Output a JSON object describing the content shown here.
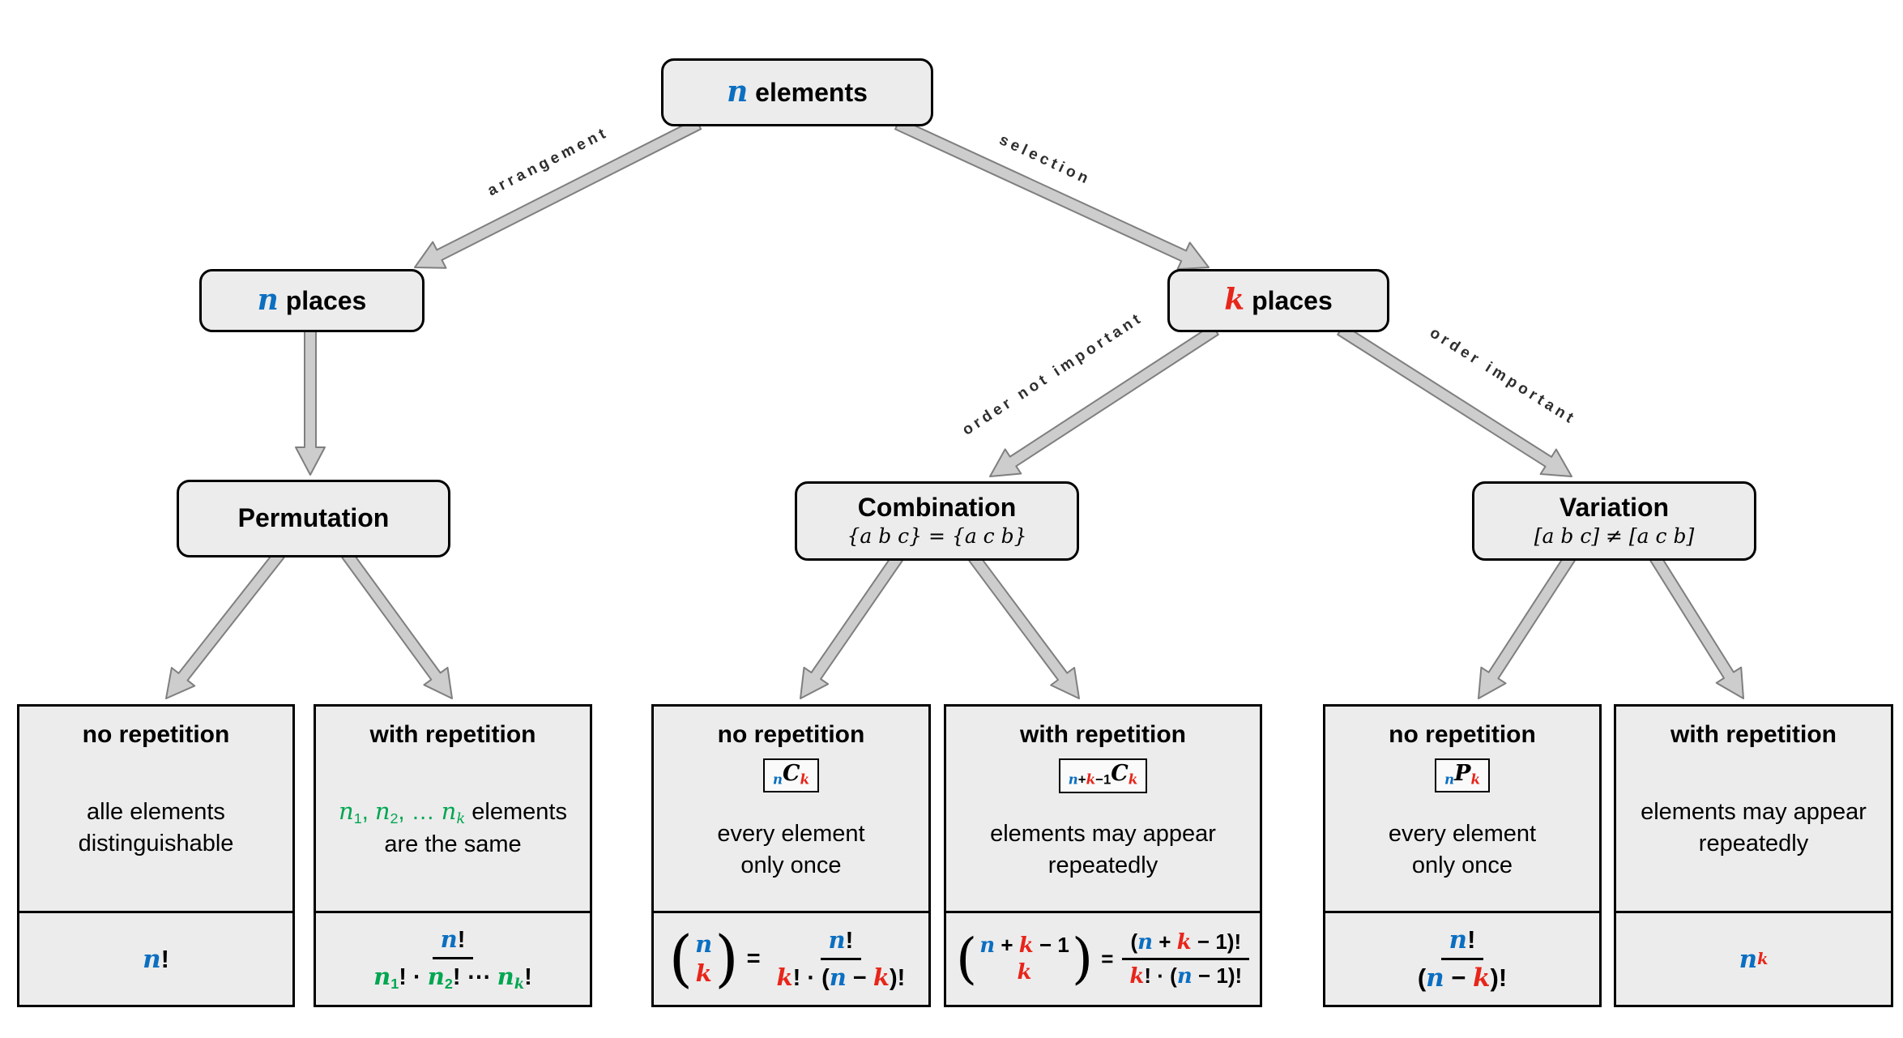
{
  "colors": {
    "blue": "#0b6fc1",
    "red": "#e8251a",
    "green": "#00a651",
    "box_fill": "#ececec",
    "box_border": "#000000",
    "arrow_fill": "#cdcdcd",
    "arrow_outline": "#7f7f7f"
  },
  "nodes": {
    "root": {
      "title": [
        {
          "t": "n",
          "c": "mb c-blue"
        },
        {
          "t": " elements",
          "c": "b"
        }
      ]
    },
    "n_places": {
      "title": [
        {
          "t": "n",
          "c": "mb c-blue"
        },
        {
          "t": " places",
          "c": "b"
        }
      ]
    },
    "k_places": {
      "title": [
        {
          "t": "k",
          "c": "mb c-red"
        },
        {
          "t": " places",
          "c": "b"
        }
      ]
    },
    "permutation": {
      "title": [
        {
          "t": "Permutation",
          "c": "b"
        }
      ]
    },
    "combination": {
      "title": [
        {
          "t": "Combination",
          "c": "b"
        }
      ],
      "subtitle": [
        {
          "t": "{a b c} = {a c b}",
          "c": "mi"
        }
      ]
    },
    "variation": {
      "title": [
        {
          "t": "Variation",
          "c": "b"
        }
      ],
      "subtitle": [
        {
          "t": "[a b c] ≠ [a c b]",
          "c": "mi"
        }
      ]
    }
  },
  "edge_labels": {
    "arrangement": "arrangement",
    "selection": "selection",
    "order_not_important": "order not important",
    "order_important": "order important"
  },
  "leaves": [
    {
      "header": "no repetition",
      "body_lines": [
        [
          {
            "t": "alle elements",
            "c": ""
          }
        ],
        [
          {
            "t": "distinguishable",
            "c": ""
          }
        ]
      ],
      "formula": [
        {
          "t": "n",
          "c": "mb c-blue"
        },
        {
          "t": "!",
          "c": "b"
        }
      ]
    },
    {
      "header": "with repetition",
      "body_lines": [
        [
          {
            "t": "n",
            "c": "mi c-green"
          },
          {
            "t": "1",
            "c": "sb c-green"
          },
          {
            "t": ", ",
            "c": "c-green"
          },
          {
            "t": "n",
            "c": "mi c-green"
          },
          {
            "t": "2",
            "c": "sb c-green"
          },
          {
            "t": ", … ",
            "c": "c-green"
          },
          {
            "t": "n",
            "c": "mi c-green"
          },
          {
            "t": "k",
            "c": "sb mi c-green"
          },
          {
            "t": " elements",
            "c": ""
          }
        ],
        [
          {
            "t": "are the same",
            "c": ""
          }
        ]
      ],
      "formula_num": [
        {
          "t": "n",
          "c": "mb c-blue"
        },
        {
          "t": "!",
          "c": "b"
        }
      ],
      "formula_den": [
        {
          "t": "n",
          "c": "mb c-green"
        },
        {
          "t": "1",
          "c": "sb b c-green"
        },
        {
          "t": "!",
          "c": "b"
        },
        {
          "t": " · ",
          "c": "b"
        },
        {
          "t": "n",
          "c": "mb c-green"
        },
        {
          "t": "2",
          "c": "sb b c-green"
        },
        {
          "t": "!",
          "c": "b"
        },
        {
          "t": " ⋯ ",
          "c": "b"
        },
        {
          "t": "n",
          "c": "mb c-green"
        },
        {
          "t": "k",
          "c": "sb mb c-green"
        },
        {
          "t": "!",
          "c": "b"
        }
      ]
    },
    {
      "header": "no repetition",
      "badge": [
        {
          "t": "n",
          "c": "sb mb c-blue"
        },
        {
          "t": "C",
          "c": "mb"
        },
        {
          "t": "k",
          "c": "sb mb c-red"
        }
      ],
      "body_lines": [
        [
          {
            "t": "every element",
            "c": ""
          }
        ],
        [
          {
            "t": "only once",
            "c": ""
          }
        ]
      ],
      "paren_open": "(",
      "paren_close": ")",
      "binom_top": [
        {
          "t": "n",
          "c": "mb c-blue"
        }
      ],
      "binom_bottom": [
        {
          "t": "k",
          "c": "mb c-red"
        }
      ],
      "equals": "=",
      "formula_num": [
        {
          "t": "n",
          "c": "mb c-blue"
        },
        {
          "t": "!",
          "c": "b"
        }
      ],
      "formula_den": [
        {
          "t": "k",
          "c": "mb c-red"
        },
        {
          "t": "! · (",
          "c": "b"
        },
        {
          "t": "n",
          "c": "mb c-blue"
        },
        {
          "t": " − ",
          "c": "b"
        },
        {
          "t": "k",
          "c": "mb c-red"
        },
        {
          "t": ")!",
          "c": "b"
        }
      ]
    },
    {
      "header": "with repetition",
      "badge": [
        {
          "t": "n",
          "c": "sb mb c-blue"
        },
        {
          "t": "+",
          "c": "sb b"
        },
        {
          "t": "k",
          "c": "sb mb c-red"
        },
        {
          "t": "−1",
          "c": "sb b"
        },
        {
          "t": "C",
          "c": "mb"
        },
        {
          "t": "k",
          "c": "sb mb c-red"
        }
      ],
      "body_lines": [
        [
          {
            "t": "elements may appear",
            "c": ""
          }
        ],
        [
          {
            "t": "repeatedly",
            "c": ""
          }
        ]
      ],
      "paren_open": "(",
      "paren_close": ")",
      "binom_top": [
        {
          "t": "n",
          "c": "mb c-blue"
        },
        {
          "t": " + ",
          "c": "b"
        },
        {
          "t": "k",
          "c": "mb c-red"
        },
        {
          "t": " − 1",
          "c": "b"
        }
      ],
      "binom_bottom": [
        {
          "t": "k",
          "c": "mb c-red"
        }
      ],
      "equals": "=",
      "formula_num": [
        {
          "t": "(",
          "c": "b"
        },
        {
          "t": "n",
          "c": "mb c-blue"
        },
        {
          "t": " + ",
          "c": "b"
        },
        {
          "t": "k",
          "c": "mb c-red"
        },
        {
          "t": " − 1",
          "c": "b"
        },
        {
          "t": ")!",
          "c": "b"
        }
      ],
      "formula_den": [
        {
          "t": "k",
          "c": "mb c-red"
        },
        {
          "t": "! · (",
          "c": "b"
        },
        {
          "t": "n",
          "c": "mb c-blue"
        },
        {
          "t": " − 1)!",
          "c": "b"
        }
      ]
    },
    {
      "header": "no repetition",
      "badge": [
        {
          "t": "n",
          "c": "sb mb c-blue"
        },
        {
          "t": "P",
          "c": "mb"
        },
        {
          "t": "k",
          "c": "sb mb c-red"
        }
      ],
      "body_lines": [
        [
          {
            "t": "every element",
            "c": ""
          }
        ],
        [
          {
            "t": "only once",
            "c": ""
          }
        ]
      ],
      "formula_num": [
        {
          "t": "n",
          "c": "mb c-blue"
        },
        {
          "t": "!",
          "c": "b"
        }
      ],
      "formula_den": [
        {
          "t": "(",
          "c": "b"
        },
        {
          "t": "n",
          "c": "mb c-blue"
        },
        {
          "t": " − ",
          "c": "b"
        },
        {
          "t": "k",
          "c": "mb c-red"
        },
        {
          "t": ")!",
          "c": "b"
        }
      ]
    },
    {
      "header": "with repetition",
      "body_lines": [
        [
          {
            "t": "elements may appear",
            "c": ""
          }
        ],
        [
          {
            "t": "repeatedly",
            "c": ""
          }
        ]
      ],
      "formula": [
        {
          "t": "n",
          "c": "mb c-blue"
        },
        {
          "t": "k",
          "c": "sp mb c-red"
        }
      ]
    }
  ]
}
